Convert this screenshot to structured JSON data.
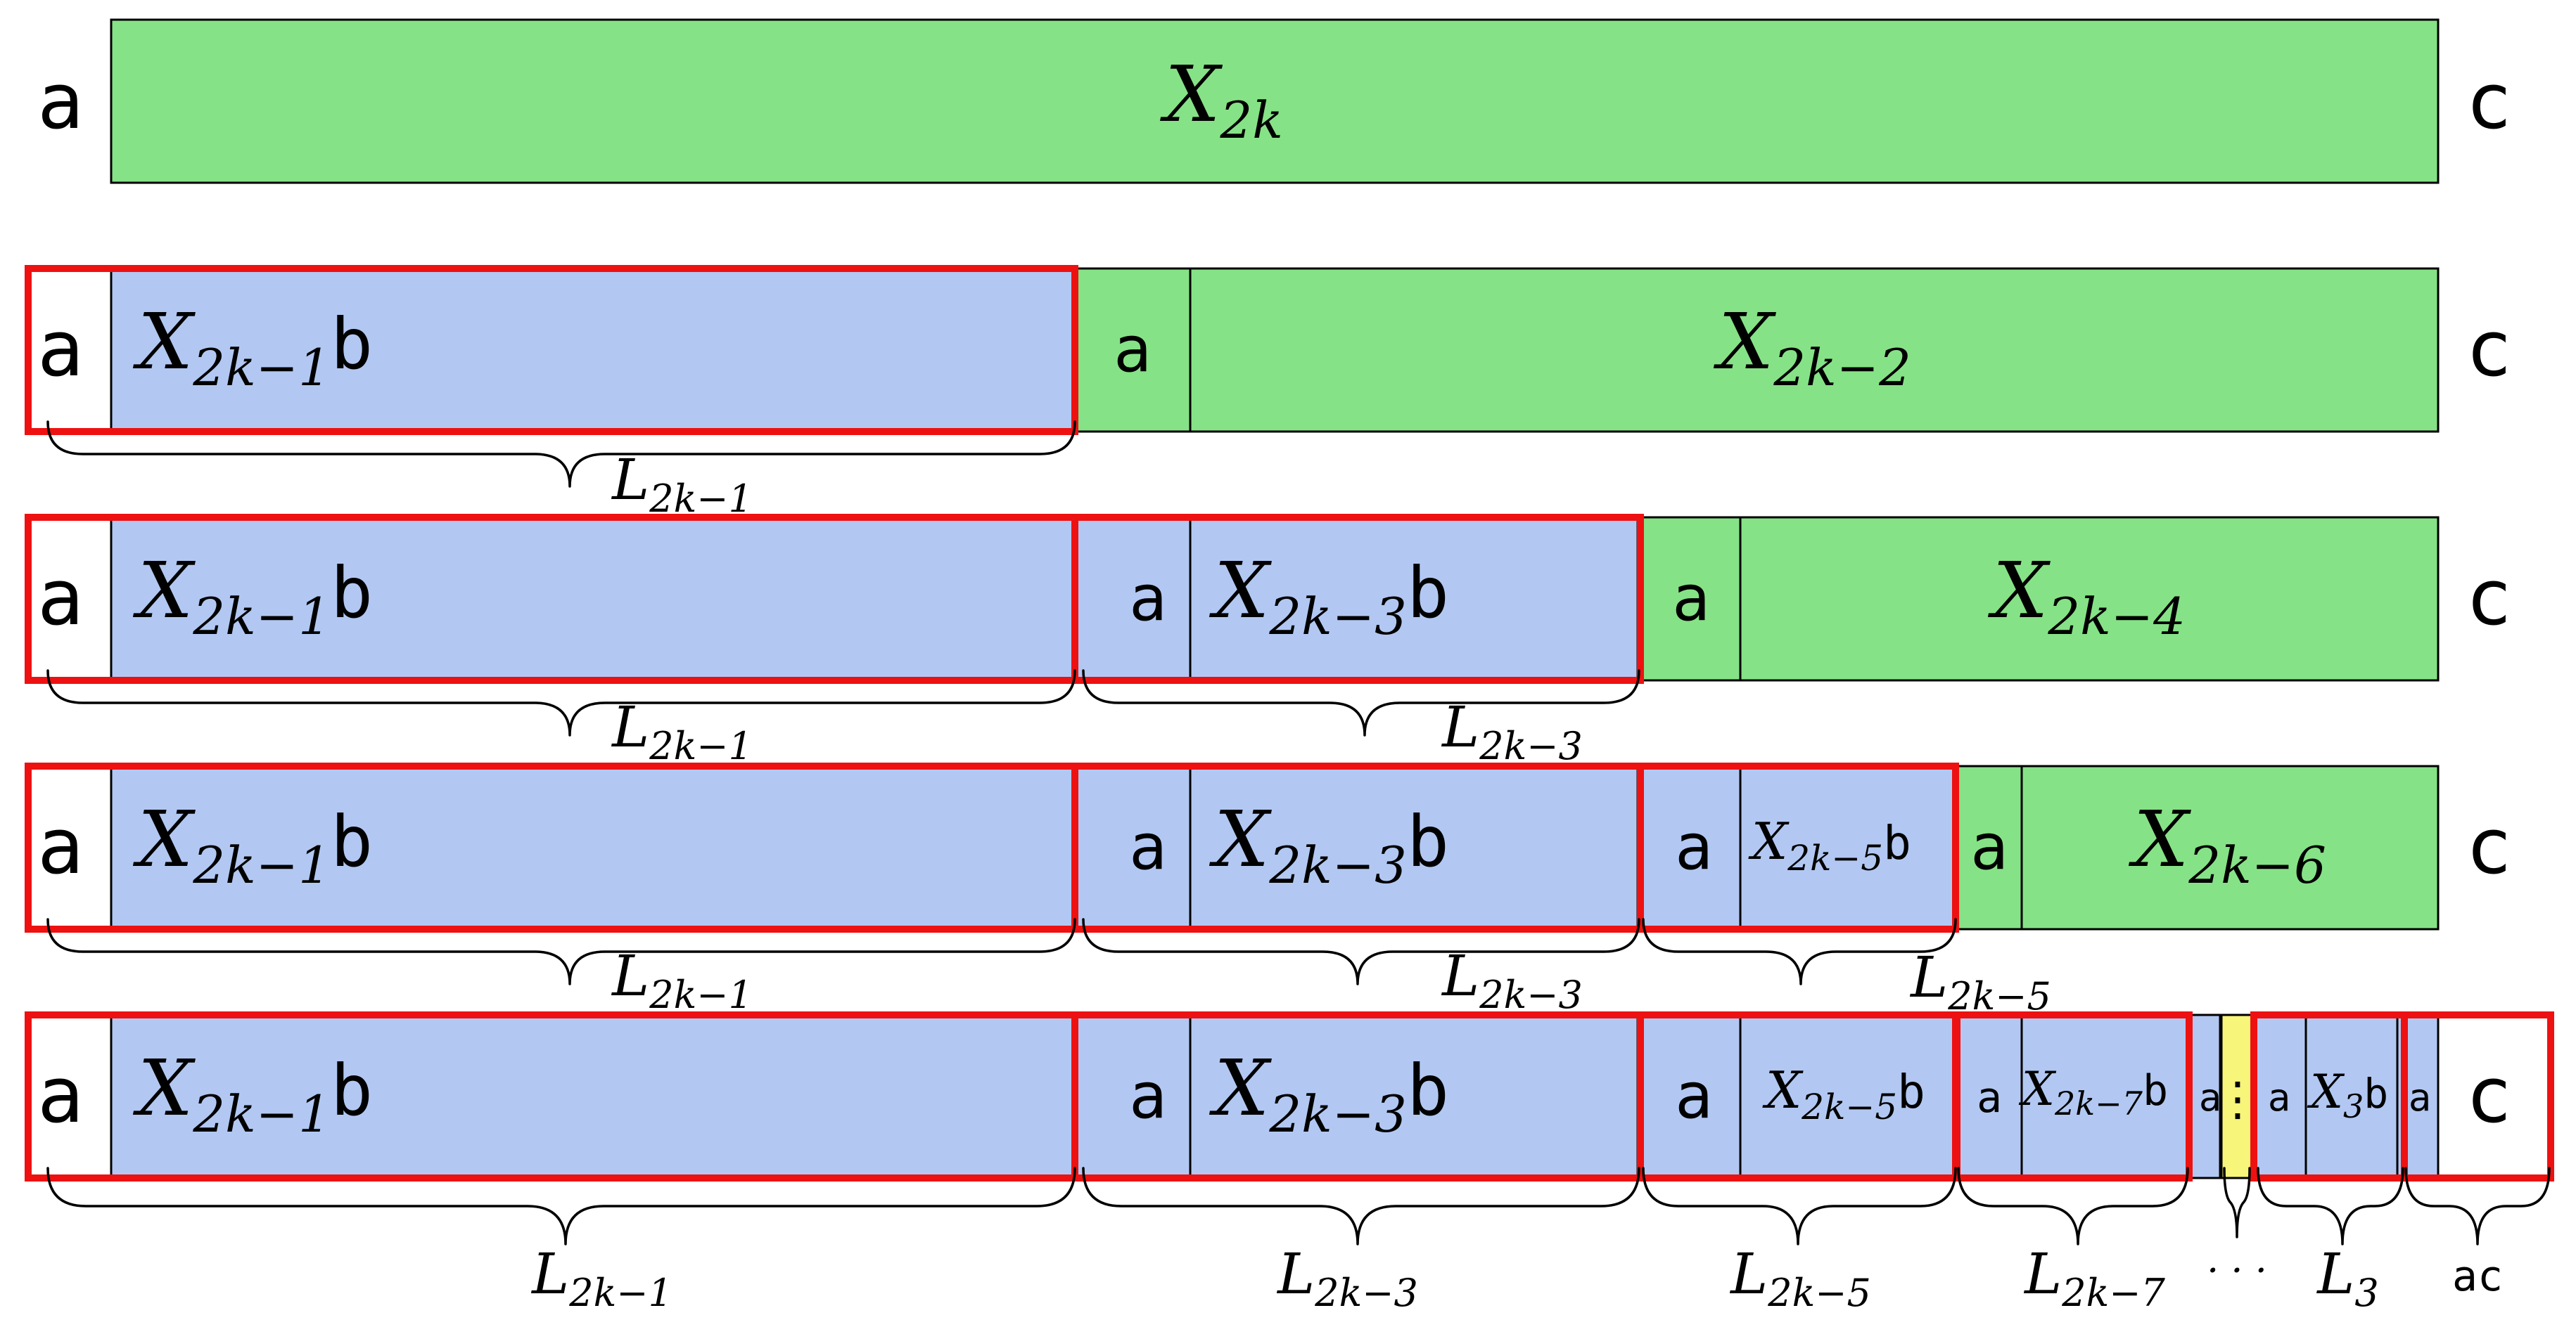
{
  "rows": [
    {
      "id": "row-1",
      "left_char": "a",
      "right_char": "c",
      "segments": [
        {
          "kind": "X",
          "label": "X",
          "subscript": "2k"
        }
      ]
    },
    {
      "id": "row-2",
      "left_char": "a",
      "right_char": "c",
      "segments": [
        {
          "kind": "block",
          "label": "X",
          "subscript": "2k−1",
          "suffix": "b"
        },
        {
          "kind": "a",
          "label": "a"
        },
        {
          "kind": "X",
          "label": "X",
          "subscript": "2k−2"
        }
      ],
      "braces": [
        {
          "label": "L",
          "subscript": "2k−1"
        }
      ]
    },
    {
      "id": "row-3",
      "left_char": "a",
      "right_char": "c",
      "segments": [
        {
          "kind": "block",
          "label": "X",
          "subscript": "2k−1",
          "suffix": "b"
        },
        {
          "kind": "a",
          "label": "a"
        },
        {
          "kind": "block",
          "label": "X",
          "subscript": "2k−3",
          "suffix": "b"
        },
        {
          "kind": "a",
          "label": "a"
        },
        {
          "kind": "X",
          "label": "X",
          "subscript": "2k−4"
        }
      ],
      "braces": [
        {
          "label": "L",
          "subscript": "2k−1"
        },
        {
          "label": "L",
          "subscript": "2k−3"
        }
      ]
    },
    {
      "id": "row-4",
      "left_char": "a",
      "right_char": "c",
      "segments": [
        {
          "kind": "block",
          "label": "X",
          "subscript": "2k−1",
          "suffix": "b"
        },
        {
          "kind": "a",
          "label": "a"
        },
        {
          "kind": "block",
          "label": "X",
          "subscript": "2k−3",
          "suffix": "b"
        },
        {
          "kind": "a",
          "label": "a"
        },
        {
          "kind": "block",
          "label": "X",
          "subscript": "2k−5",
          "suffix": "b"
        },
        {
          "kind": "a",
          "label": "a"
        },
        {
          "kind": "X",
          "label": "X",
          "subscript": "2k−6"
        }
      ],
      "braces": [
        {
          "label": "L",
          "subscript": "2k−1"
        },
        {
          "label": "L",
          "subscript": "2k−3"
        },
        {
          "label": "L",
          "subscript": "2k−5"
        }
      ]
    },
    {
      "id": "row-5",
      "left_char": "a",
      "right_char": "c",
      "segments": [
        {
          "kind": "block",
          "label": "X",
          "subscript": "2k−1",
          "suffix": "b"
        },
        {
          "kind": "a",
          "label": "a"
        },
        {
          "kind": "block",
          "label": "X",
          "subscript": "2k−3",
          "suffix": "b"
        },
        {
          "kind": "a",
          "label": "a"
        },
        {
          "kind": "block",
          "label": "X",
          "subscript": "2k−5",
          "suffix": "b"
        },
        {
          "kind": "a",
          "label": "a"
        },
        {
          "kind": "block",
          "label": "X",
          "subscript": "2k−7",
          "suffix": "b"
        },
        {
          "kind": "a",
          "label": "a"
        },
        {
          "kind": "ellipsis",
          "label": "⋮"
        },
        {
          "kind": "a",
          "label": "a"
        },
        {
          "kind": "block",
          "label": "X",
          "subscript": "3",
          "suffix": "b"
        },
        {
          "kind": "a",
          "label": "a"
        }
      ],
      "braces": [
        {
          "label": "L",
          "subscript": "2k−1"
        },
        {
          "label": "L",
          "subscript": "2k−3"
        },
        {
          "label": "L",
          "subscript": "2k−5"
        },
        {
          "label": "L",
          "subscript": "2k−7"
        },
        {
          "label": "· · ·",
          "subscript": ""
        },
        {
          "label": "L",
          "subscript": "3"
        },
        {
          "label": "ac",
          "subscript": ""
        }
      ]
    }
  ],
  "colors": {
    "green": "#86e286",
    "blue": "#b2c8f2",
    "yellow": "#f7f57a",
    "red": "#ee1111"
  }
}
